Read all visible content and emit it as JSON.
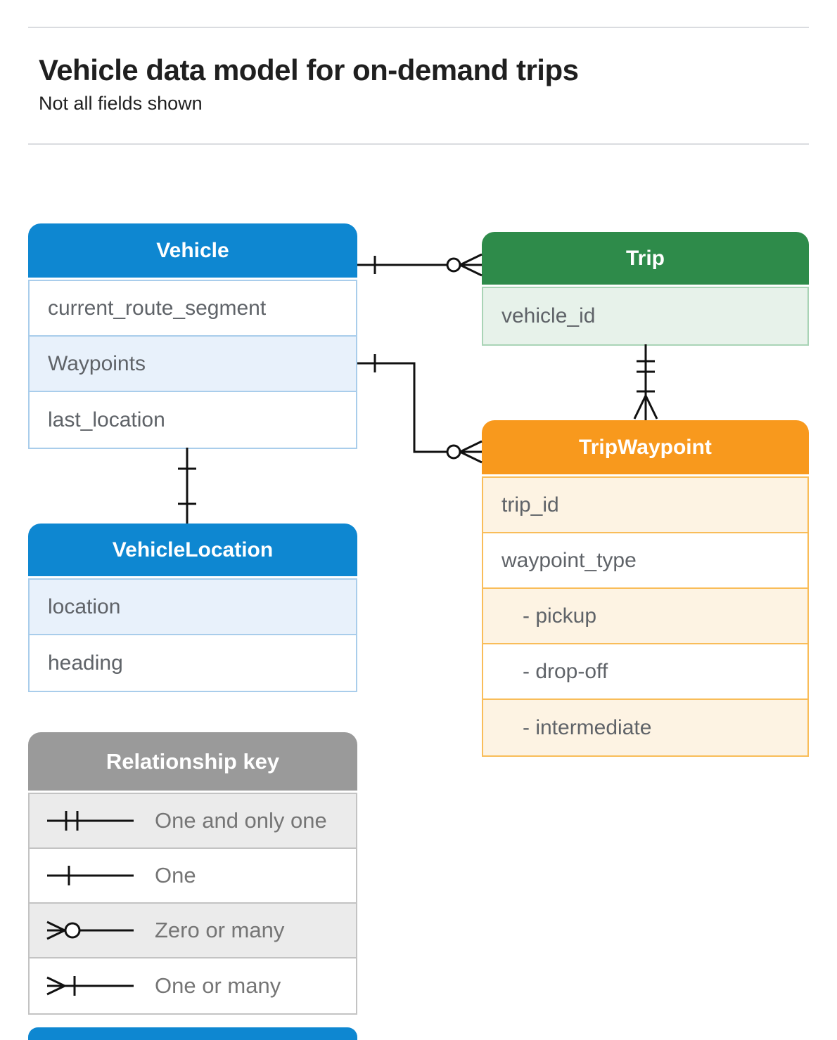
{
  "page": {
    "title": "Vehicle data model for on-demand trips",
    "subtitle": "Not all fields shown"
  },
  "entities": {
    "vehicle": {
      "title": "Vehicle",
      "fields": [
        "current_route_segment",
        "Waypoints",
        "last_location"
      ]
    },
    "trip": {
      "title": "Trip",
      "fields": [
        "vehicle_id"
      ]
    },
    "trip_waypoint": {
      "title": "TripWaypoint",
      "fields": [
        "trip_id",
        "waypoint_type",
        "- pickup",
        "- drop-off",
        "- intermediate"
      ]
    },
    "vehicle_location": {
      "title": "VehicleLocation",
      "fields": [
        "location",
        "heading"
      ]
    }
  },
  "legend": {
    "title": "Relationship key",
    "items": [
      {
        "symbol": "one-and-only-one",
        "label": "One and only one"
      },
      {
        "symbol": "one",
        "label": "One"
      },
      {
        "symbol": "zero-or-many",
        "label": "Zero or many"
      },
      {
        "symbol": "one-or-many",
        "label": "One or many"
      }
    ]
  },
  "relationships": [
    {
      "from": "Vehicle",
      "to": "Trip",
      "from_cardinality": "one",
      "to_cardinality": "zero or many"
    },
    {
      "from": "Vehicle.Waypoints",
      "to": "TripWaypoint",
      "from_cardinality": "one",
      "to_cardinality": "zero or many"
    },
    {
      "from": "Trip",
      "to": "TripWaypoint",
      "from_cardinality": "one and only one",
      "to_cardinality": "one or many"
    },
    {
      "from": "Vehicle",
      "to": "VehicleLocation",
      "from_cardinality": "one",
      "to_cardinality": "one"
    }
  ],
  "colors": {
    "blue": "#0e87d1",
    "blue_light": "#e8f1fb",
    "green": "#2e8b4a",
    "green_light": "#e7f2ea",
    "orange": "#f8991d",
    "orange_light": "#fdf3e3",
    "gray": "#9a9a9a",
    "gray_light": "#ebebeb",
    "line": "#111111",
    "divider": "#dadce0"
  }
}
